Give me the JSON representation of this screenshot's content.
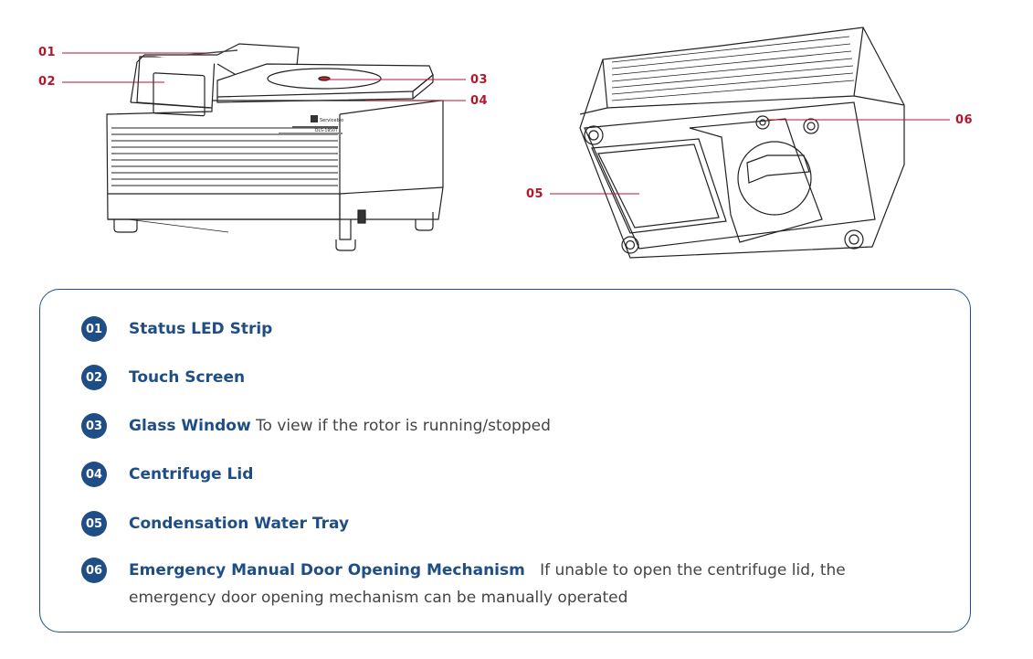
{
  "callouts": {
    "c01": "01",
    "c02": "02",
    "c03": "03",
    "c04": "04",
    "c05": "05",
    "c06": "06"
  },
  "device": {
    "brand": "Servicebio",
    "model": "DLS-1850T"
  },
  "legend": {
    "items": [
      {
        "number": "01",
        "title": "Status LED Strip",
        "description": ""
      },
      {
        "number": "02",
        "title": "Touch Screen",
        "description": ""
      },
      {
        "number": "03",
        "title": "Glass Window",
        "description": "To view if the rotor is running/stopped"
      },
      {
        "number": "04",
        "title": "Centrifuge Lid",
        "description": ""
      },
      {
        "number": "05",
        "title": "Condensation Water Tray",
        "description": ""
      },
      {
        "number": "06",
        "title": "Emergency Manual Door Opening Mechanism",
        "description": "If unable to open the centrifuge lid, the emergency door opening mechanism can be manually operated"
      }
    ]
  },
  "colors": {
    "callout": "#b5172a",
    "accent": "#1f4e86"
  }
}
